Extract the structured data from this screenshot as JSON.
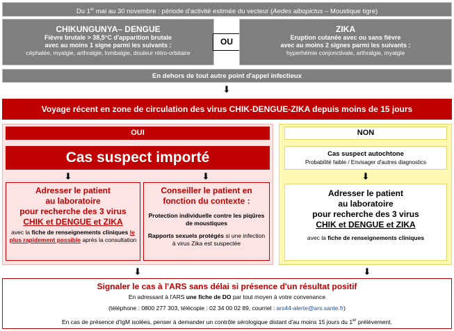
{
  "header": {
    "date_prefix": "Du 1",
    "date_sup": "er",
    "date_rest": " mai au 30 novembre",
    "period_text": " : période d'activité estimée du vecteur (",
    "vector_italic": "Aedes albopictus",
    "vector_rest": " – Moustique tigre)"
  },
  "left_disease": {
    "title": "CHIKUNGUNYA– DENGUE",
    "line1": "Fièvre brutale > 38,5°C d'apparition brutale",
    "line2": "avec au moins 1 signe parmi les suivants :",
    "line3": "céphalée, myalgie, arthralgie, lombalgie, douleur rétro-orbitaire"
  },
  "ou_label": "OU",
  "right_disease": {
    "title": "ZIKA",
    "line1": "Eruption cutanée avec ou sans fièvre",
    "line2": "avec au moins 2 signes parmi les suivants :",
    "line3": "hyperhémie conjonctivale, arthralgie, myalgie"
  },
  "exclusion": "En dehors de tout autre point d'appel infectieux",
  "travel": "Voyage récent en zone de circulation des virus CHIK-DENGUE-ZIKA depuis moins de 15 jours",
  "oui": {
    "label": "OUI",
    "case": "Cas suspect importé",
    "lab": {
      "l1": "Adresser le patient",
      "l2": "au laboratoire",
      "l3": "pour recherche des 3 virus",
      "l4": "CHIK et DENGUE et ZIKA",
      "p1": "avec la ",
      "p1b": "fiche de renseignements cliniques",
      "p2": "le plus rapidement possible",
      "p3": " après la consultation"
    },
    "advice": {
      "l1": "Conseiller le patient en",
      "l2": "fonction du contexte :",
      "prot_b": "Protection individuelle",
      "prot_r": "  contre les piqûres de moustiques",
      "rap_b": "Rapports sexuels protégés",
      "rap_r": " si une infection à virus Zika est suspectée"
    }
  },
  "non": {
    "label": "NON",
    "case": "Cas suspect autochtone",
    "case_sub": "Probabilité faible / Envisager d'autres diagnostics",
    "lab": {
      "l1": "Adresser le patient",
      "l2": "au laboratoire",
      "l3": "pour recherche des 3 virus",
      "l4": "CHIK et DENGUE et ZIKA",
      "p1": "avec la ",
      "p1b": "fiche de renseignements cliniques"
    }
  },
  "footer": {
    "title": "Signaler le cas à l'ARS sans délai si présence d'un résultat positif",
    "line1a": "En adressant à l'ARS ",
    "line1b": "une fiche de DO",
    "line1c": " par tout moyen à votre convenance",
    "line2a": "(téléphone : 0800 277 303, télécopie : 02 34 00 02 89, courriel : ",
    "email": "ars44-alerte@ars.sante.fr",
    "line2c": ")",
    "line3a": "En cas de présence d'IgM isolées, penser à demander un contrôle sérologique distant d'au moins 15 jours du 1",
    "line3sup": "er",
    "line3c": " prélèvement."
  },
  "colors": {
    "red": "#c00000",
    "gray": "#7f7f7f",
    "pink": "#fde4e4",
    "yellow": "#fff9b3"
  },
  "icons": {
    "arrow": "down-arrow"
  }
}
